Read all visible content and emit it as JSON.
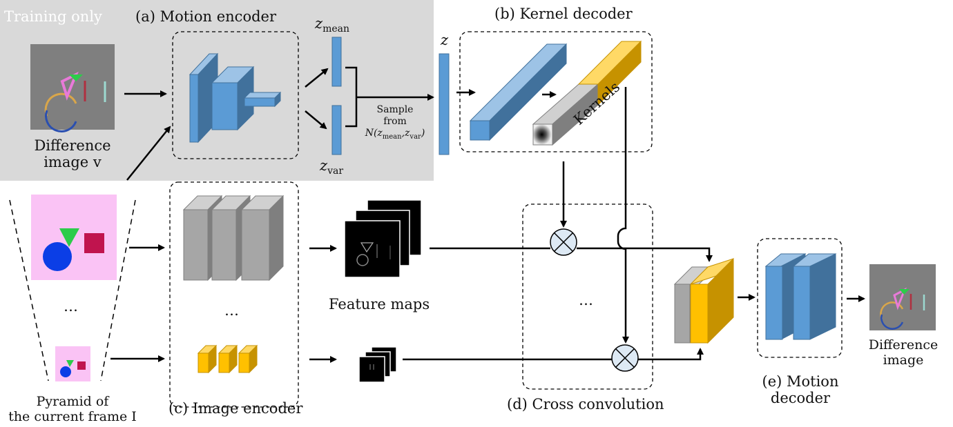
{
  "training_note": "Training only",
  "labels": {
    "motion_encoder": "(a) Motion encoder",
    "kernel_decoder": "(b) Kernel decoder",
    "image_encoder": "(c) Image encoder",
    "cross_convolution": "(d) Cross convolution",
    "motion_decoder_line1": "(e) Motion",
    "motion_decoder_line2": "decoder",
    "difference_image_v_line1": "Difference",
    "difference_image_v_line2": "image v",
    "pyramid_line1": "Pyramid of",
    "pyramid_line2": "the current frame I",
    "feature_maps": "Feature maps",
    "output_line1": "Difference",
    "output_line2": "image",
    "kernels": "Kernels",
    "z": "z",
    "z_mean": "z",
    "z_mean_sub": "mean",
    "z_var": "z",
    "z_var_sub": "var",
    "sample_line1": "Sample",
    "sample_line2": "from",
    "sample_line3": "N(z",
    "sample_sub1": "mean",
    "sample_mid": ",z",
    "sample_sub2": "var",
    "sample_end": ")",
    "ellipsis": "…"
  },
  "colors": {
    "training_bg": "#d9d9d9",
    "blue_front": "#5b9bd5",
    "blue_side": "#41719c",
    "blue_top": "#9dc3e6",
    "gray_front": "#a6a6a6",
    "gray_side": "#7f7f7f",
    "gray_top": "#d0d0d0",
    "yellow_front": "#ffc000",
    "yellow_side": "#c69200",
    "yellow_top": "#ffd966",
    "pink_frame": "#fac3f5",
    "circle_blue": "#0b3ee6",
    "triangle_green": "#2ccc4a",
    "square_red": "#c0144e",
    "op_fill": "#dde9f4"
  }
}
